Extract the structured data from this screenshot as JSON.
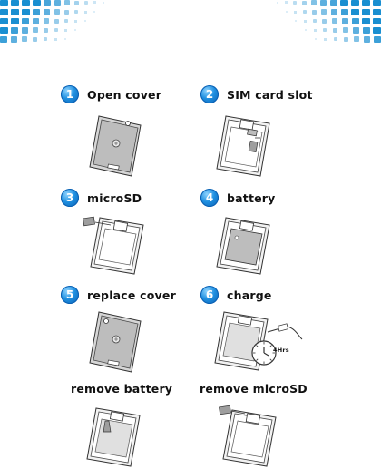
{
  "steps": [
    {
      "number": "1",
      "title": "Open cover"
    },
    {
      "number": "2",
      "title": "SIM card slot"
    },
    {
      "number": "3",
      "title": "microSD"
    },
    {
      "number": "4",
      "title": "battery"
    },
    {
      "number": "5",
      "title": "replace cover"
    },
    {
      "number": "6",
      "title": "charge"
    }
  ],
  "extras": [
    {
      "title": "remove battery"
    },
    {
      "title": "remove microSD"
    }
  ],
  "charge_label": "4Hrs",
  "colors": {
    "accent": "#1f8fe0",
    "pattern": "#1a8fd1",
    "line": "#333333",
    "fill": "#bdbdbd"
  }
}
